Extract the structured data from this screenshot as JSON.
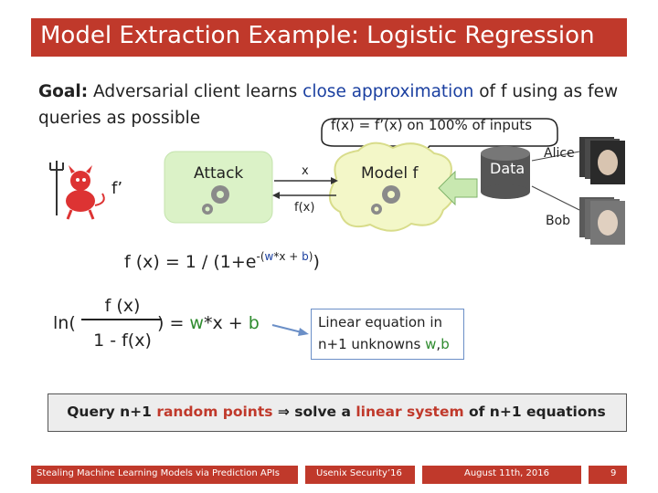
{
  "title": "Model Extraction Example: Logistic Regression",
  "goal": {
    "bold": "Goal:",
    "text1": " Adversarial client learns ",
    "highlight": "close approximation",
    "text2": " of  f  using as few queries as possible"
  },
  "equivalence": "f(x) = f’(x) on 100% of inputs",
  "diagram": {
    "fprime": "f’",
    "attack": "Attack",
    "x": "x",
    "fx": "f(x)",
    "model": "Model f",
    "data": "Data",
    "alice": "Alice",
    "bob": "Bob"
  },
  "formula1": {
    "lhs": "f (x)  =  1 / (1+e",
    "exp_pre": "-(",
    "exp_w": "w",
    "exp_mid": "*x + ",
    "exp_b": "b",
    "exp_post": ")",
    "close": ")"
  },
  "formula2": {
    "ln": "ln(",
    "num": "f (x)",
    "den": "1 - f(x)",
    "close": ")",
    "eq": " =  ",
    "w": "w",
    "mid": "*x + ",
    "b": "b"
  },
  "linear": {
    "line1": "Linear equation in",
    "line2_pre": "n+1 unknowns ",
    "w": "w",
    "comma": ",",
    "b": "b"
  },
  "query": {
    "p1": "Query n+1 ",
    "red1": "random points",
    "arrow": " ⇒ ",
    "p2": "solve a ",
    "red2": "linear system",
    "p3": " of n+1 equations"
  },
  "footer": {
    "paper": "Stealing Machine Learning Models via Prediction APIs",
    "venue": "Usenix Security’16",
    "date": "August 11th, 2016",
    "page": "9"
  },
  "colors": {
    "accent": "#c0392b",
    "blue": "#1a3fa0",
    "green": "#2e8b2e",
    "box_green": "#dbf2c7"
  }
}
